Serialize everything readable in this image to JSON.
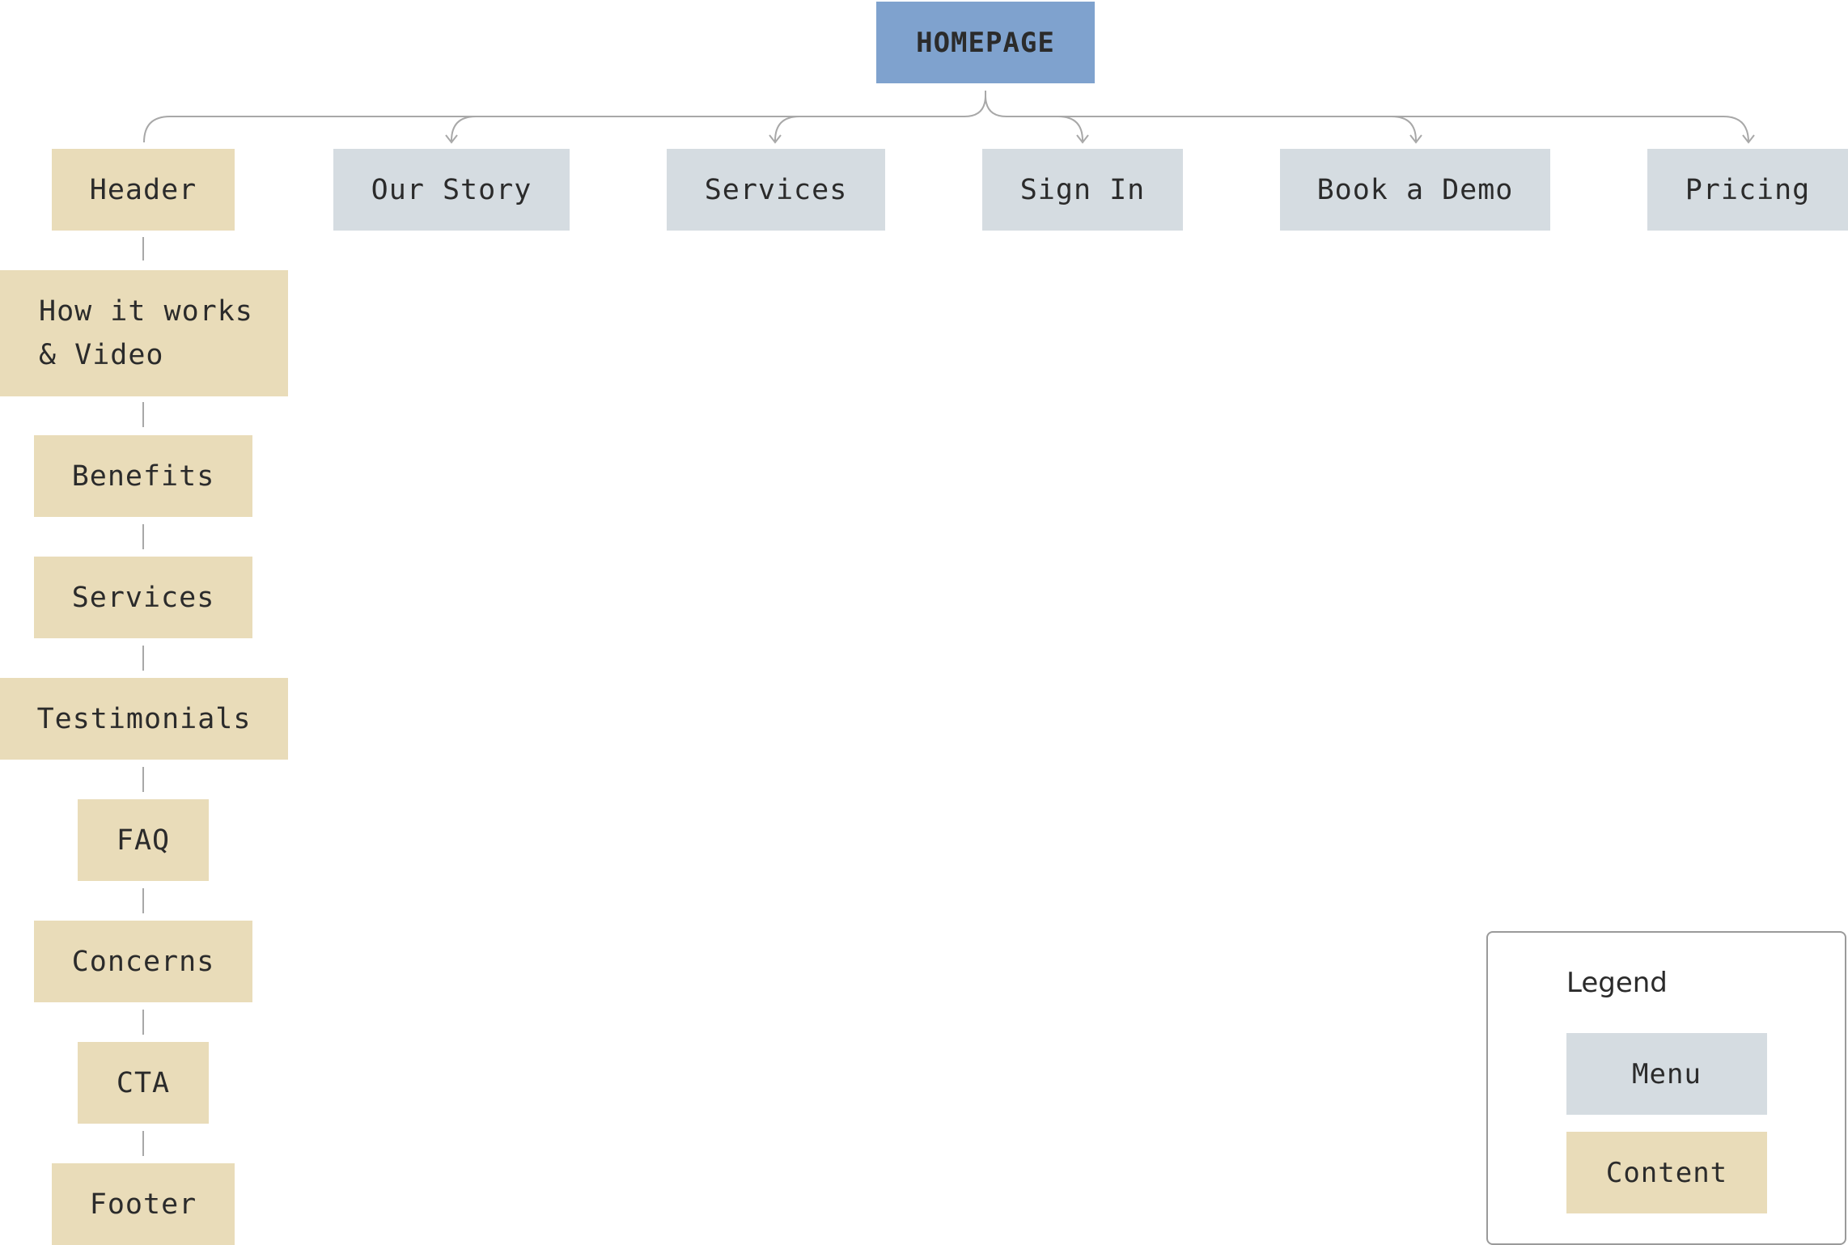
{
  "diagram": {
    "root": "HOMEPAGE",
    "menu_items": [
      "Our Story",
      "Services",
      "Sign In",
      "Book a Demo",
      "Pricing"
    ],
    "content_sections": [
      "Header",
      "How it works & Video",
      "Benefits",
      "Services",
      "Testimonials",
      "FAQ",
      "Concerns",
      "CTA",
      "Footer"
    ],
    "content_lines": {
      "how_it_works_line1": "How it works",
      "how_it_works_line2": "& Video"
    }
  },
  "legend": {
    "title": "Legend",
    "items": [
      {
        "label": "Menu",
        "color": "#d5dce1"
      },
      {
        "label": "Content",
        "color": "#e9dcb9"
      }
    ]
  },
  "colors": {
    "root": "#7fa2ce",
    "menu": "#d5dce1",
    "content": "#e9dcb9",
    "connector": "#a8a8a8"
  }
}
